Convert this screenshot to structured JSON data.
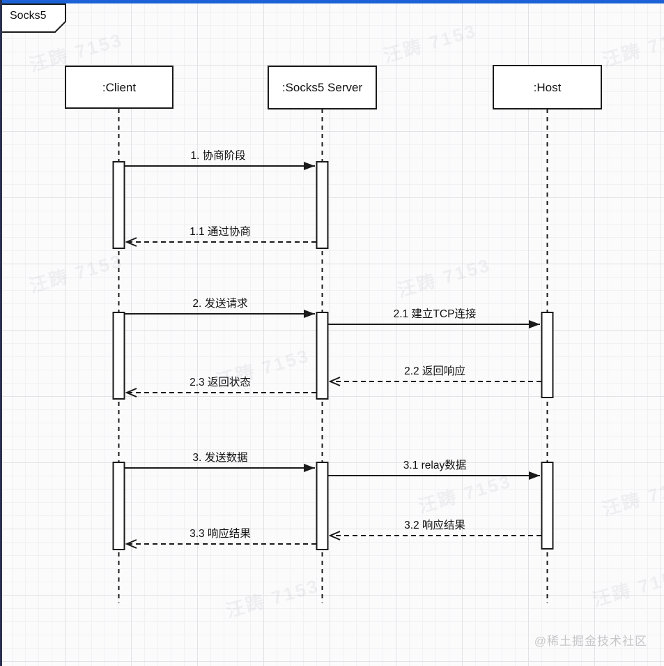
{
  "frame": {
    "title": "Socks5"
  },
  "actors": [
    {
      "name": ":Client"
    },
    {
      "name": ":Socks5 Server"
    },
    {
      "name": ":Host"
    }
  ],
  "messages": [
    {
      "label": "1. 协商阶段",
      "type": "solid",
      "from": ":Client",
      "to": ":Socks5 Server"
    },
    {
      "label": "1.1 通过协商",
      "type": "dashed",
      "from": ":Socks5 Server",
      "to": ":Client"
    },
    {
      "label": "2. 发送请求",
      "type": "solid",
      "from": ":Client",
      "to": ":Socks5 Server"
    },
    {
      "label": "2.1 建立TCP连接",
      "type": "solid",
      "from": ":Socks5 Server",
      "to": ":Host"
    },
    {
      "label": "2.2 返回响应",
      "type": "dashed",
      "from": ":Host",
      "to": ":Socks5 Server"
    },
    {
      "label": "2.3 返回状态",
      "type": "dashed",
      "from": ":Socks5 Server",
      "to": ":Client"
    },
    {
      "label": "3. 发送数据",
      "type": "solid",
      "from": ":Client",
      "to": ":Socks5 Server"
    },
    {
      "label": "3.1 relay数据",
      "type": "solid",
      "from": ":Socks5 Server",
      "to": ":Host"
    },
    {
      "label": "3.2 响应结果",
      "type": "dashed",
      "from": ":Host",
      "to": ":Socks5 Server"
    },
    {
      "label": "3.3 响应结果",
      "type": "dashed",
      "from": ":Socks5 Server",
      "to": ":Client"
    }
  ],
  "watermark": {
    "diagonal_text": "汪踌 7153",
    "credit": "@稀土掘金技术社区"
  },
  "colors": {
    "top_bar": "#1c62d6",
    "left_bar": "#2a3150",
    "stroke": "#1a1a1a"
  }
}
